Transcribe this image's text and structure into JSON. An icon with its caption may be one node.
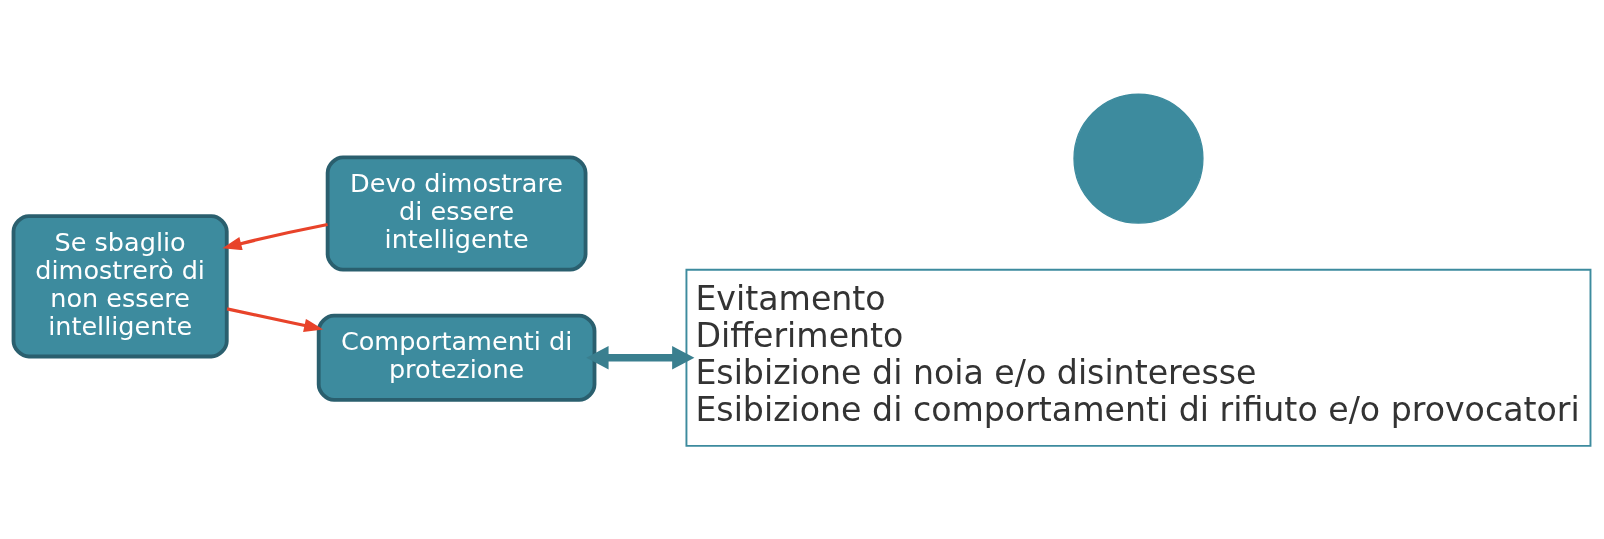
{
  "diagram": {
    "nodes": [
      {
        "text": [
          "Se sbaglio dimostrerò di non essere intelligente"
        ]
      },
      {
        "text": [
          "Devo dimostrare di essere intelligente"
        ]
      },
      {
        "text": [
          "Comportamenti di protezione"
        ]
      },
      {
        "text": [],
        "shape": "circle"
      },
      {
        "text": [
          "Evitamento",
          "Differimento",
          "Esibizione di noia e/o disinteresse",
          "Esibizione di comportamenti di rifiuto e/o provocatori"
        ]
      }
    ],
    "edges": [
      {
        "from": 1,
        "to": 0,
        "arrow": "to"
      },
      {
        "from": 0,
        "to": 2,
        "arrow": "to"
      },
      {
        "from": 2,
        "to": 4,
        "arrow": "both",
        "style": "thick",
        "color": "#3a7f8f"
      }
    ]
  }
}
